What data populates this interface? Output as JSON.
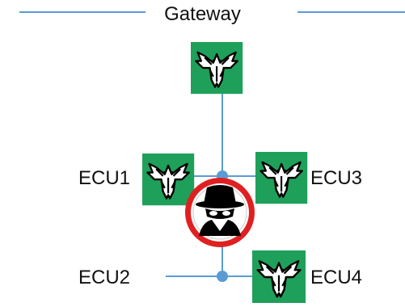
{
  "diagram": {
    "title": "Gateway",
    "nodes": {
      "ecu1": "ECU1",
      "ecu2": "ECU2",
      "ecu3": "ECU3",
      "ecu4": "ECU4"
    }
  },
  "colors": {
    "line": "#5b9bd5",
    "node_bg": "#1fa05a",
    "attacker_ring": "#e02020"
  },
  "icons": {
    "node_icon": "bat-icon",
    "attacker_icon": "spy-icon"
  }
}
